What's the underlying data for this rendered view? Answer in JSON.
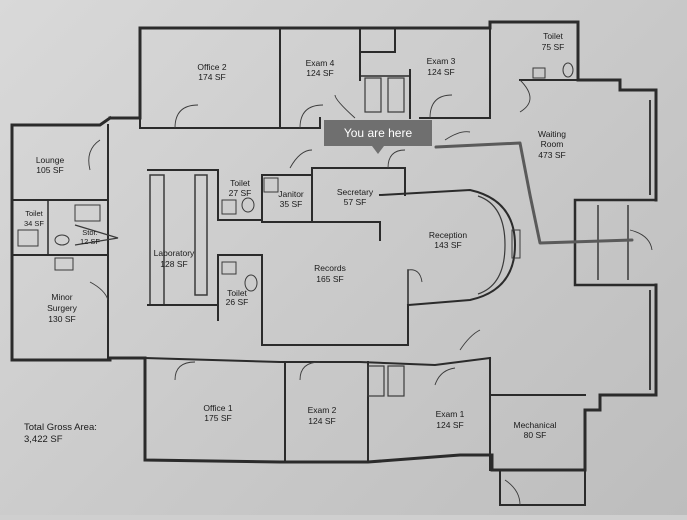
{
  "marker": {
    "label": "You are here",
    "color": "#6f6f6f",
    "path_color": "#5a5a5a"
  },
  "rooms": {
    "office2": {
      "name": "Office 2",
      "area": "174 SF"
    },
    "exam4": {
      "name": "Exam 4",
      "area": "124 SF"
    },
    "exam3": {
      "name": "Exam 3",
      "area": "124 SF"
    },
    "toilet_ne": {
      "name": "Toilet",
      "area": "75 SF"
    },
    "waiting": {
      "name": "Waiting\nRoom",
      "area": "473 SF"
    },
    "lounge": {
      "name": "Lounge",
      "area": "105 SF"
    },
    "toilet_w": {
      "name": "Toilet",
      "area": "34 SF"
    },
    "stor": {
      "name": "Stor.",
      "area": "12 SF"
    },
    "minor": {
      "name": "Minor\nSurgery",
      "area": "130 SF"
    },
    "toilet_27": {
      "name": "Toilet",
      "area": "27 SF"
    },
    "janitor": {
      "name": "Janitor",
      "area": "35 SF"
    },
    "secretary": {
      "name": "Secretary",
      "area": "57 SF"
    },
    "reception": {
      "name": "Reception",
      "area": "143 SF"
    },
    "laboratory": {
      "name": "Laboratory",
      "area": "128 SF"
    },
    "toilet_26": {
      "name": "Toilet",
      "area": "26 SF"
    },
    "records": {
      "name": "Records",
      "area": "165 SF"
    },
    "office1": {
      "name": "Office 1",
      "area": "175 SF"
    },
    "exam2": {
      "name": "Exam 2",
      "area": "124 SF"
    },
    "exam1": {
      "name": "Exam 1",
      "area": "124 SF"
    },
    "mechanical": {
      "name": "Mechanical",
      "area": "80 SF"
    }
  },
  "total": {
    "label": "Total Gross Area:",
    "value": "3,422 SF"
  }
}
